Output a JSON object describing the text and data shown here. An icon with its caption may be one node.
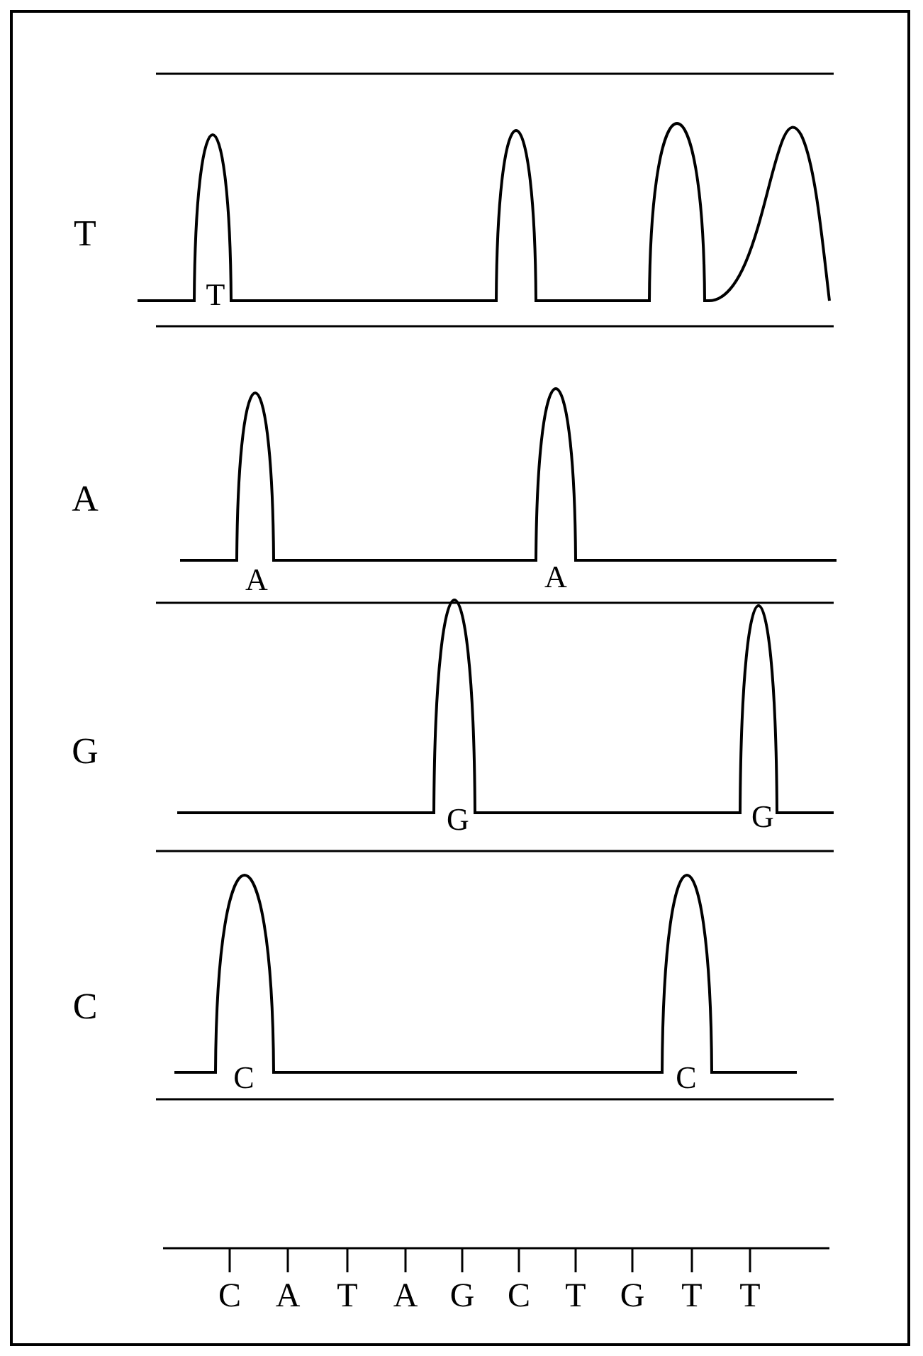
{
  "diagram": {
    "labels": [
      "T",
      "T",
      "A",
      "A",
      "A",
      "G",
      "G",
      "G",
      "C",
      "C",
      "C",
      "C",
      "A",
      "T",
      "A",
      "G",
      "C",
      "T",
      "G",
      "T",
      "T"
    ]
  }
}
